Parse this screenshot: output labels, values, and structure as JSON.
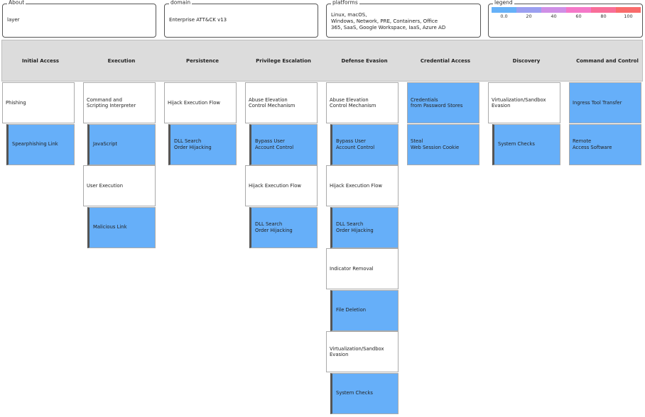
{
  "header": {
    "about": {
      "label": "About",
      "value": "layer"
    },
    "domain": {
      "label": "domain",
      "value": "Enterprise ATT&CK v13"
    },
    "platforms": {
      "label": "platforms",
      "value": "Linux, macOS,\nWindows, Network, PRE, Containers, Office\n365, SaaS, Google Workspace, IaaS, Azure AD"
    },
    "legend": {
      "label": "legend",
      "ticks": [
        "0.0",
        "20",
        "40",
        "60",
        "80",
        "100"
      ],
      "colors": [
        "#66b1f8",
        "#9b9ff0",
        "#cf8fe6",
        "#f478c8",
        "#f86e98",
        "#f96b6b"
      ]
    }
  },
  "tactics": [
    {
      "name": "Initial Access",
      "cells": [
        {
          "label": "Phishing",
          "sub": false,
          "scored": false
        },
        {
          "label": "Spearphishing Link",
          "sub": true,
          "scored": true
        }
      ]
    },
    {
      "name": "Execution",
      "cells": [
        {
          "label": "Command and\nScripting Interpreter",
          "sub": false,
          "scored": false
        },
        {
          "label": "JavaScript",
          "sub": true,
          "scored": true
        },
        {
          "label": "User Execution",
          "sub": false,
          "scored": false
        },
        {
          "label": "Malicious Link",
          "sub": true,
          "scored": true
        }
      ]
    },
    {
      "name": "Persistence",
      "cells": [
        {
          "label": "Hijack Execution Flow",
          "sub": false,
          "scored": false
        },
        {
          "label": "DLL Search\nOrder Hijacking",
          "sub": true,
          "scored": true
        }
      ]
    },
    {
      "name": "Privilege Escalation",
      "cells": [
        {
          "label": "Abuse Elevation\nControl Mechanism",
          "sub": false,
          "scored": false
        },
        {
          "label": "Bypass User\nAccount Control",
          "sub": true,
          "scored": true
        },
        {
          "label": "Hijack Execution Flow",
          "sub": false,
          "scored": false
        },
        {
          "label": "DLL Search\nOrder Hijacking",
          "sub": true,
          "scored": true
        }
      ]
    },
    {
      "name": "Defense Evasion",
      "cells": [
        {
          "label": "Abuse Elevation\nControl Mechanism",
          "sub": false,
          "scored": false
        },
        {
          "label": "Bypass User\nAccount Control",
          "sub": true,
          "scored": true
        },
        {
          "label": "Hijack Execution Flow",
          "sub": false,
          "scored": false
        },
        {
          "label": "DLL Search\nOrder Hijacking",
          "sub": true,
          "scored": true
        },
        {
          "label": "Indicator Removal",
          "sub": false,
          "scored": false
        },
        {
          "label": "File Deletion",
          "sub": true,
          "scored": true
        },
        {
          "label": "Virtualization/Sandbox\nEvasion",
          "sub": false,
          "scored": false
        },
        {
          "label": "System Checks",
          "sub": true,
          "scored": true
        }
      ]
    },
    {
      "name": "Credential Access",
      "cells": [
        {
          "label": "Credentials\nfrom Password Stores",
          "sub": false,
          "scored": true
        },
        {
          "label": "Steal\nWeb Session Cookie",
          "sub": false,
          "scored": true
        }
      ]
    },
    {
      "name": "Discovery",
      "cells": [
        {
          "label": "Virtualization/Sandbox\nEvasion",
          "sub": false,
          "scored": false
        },
        {
          "label": "System Checks",
          "sub": true,
          "scored": true
        }
      ]
    },
    {
      "name": "Command and Control",
      "cells": [
        {
          "label": "Ingress Tool Transfer",
          "sub": false,
          "scored": true
        },
        {
          "label": "Remote\nAccess Software",
          "sub": false,
          "scored": true
        }
      ]
    }
  ]
}
